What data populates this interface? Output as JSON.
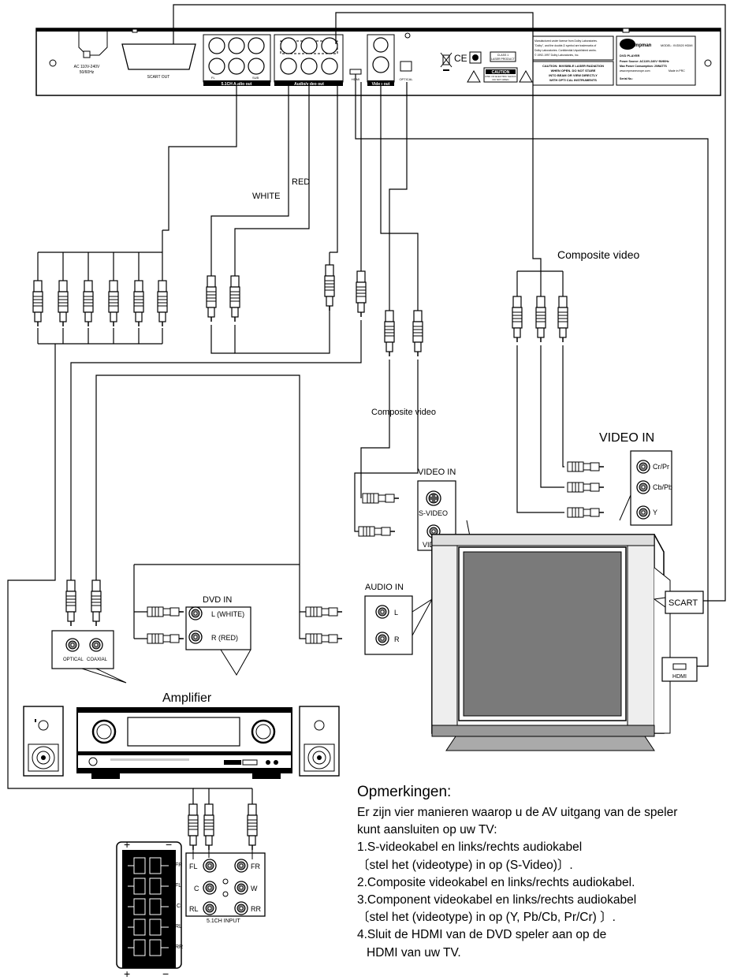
{
  "player": {
    "ac_label": "AC 110V-240V",
    "hz_label": "50/60Hz",
    "scart_out": "SCART OUT",
    "audio51_out": "5.1CH Audio out",
    "av_out": "Audio/video out",
    "video_out": "Video out",
    "hdmi": "HDMI",
    "optical": "OPTICAL",
    "ch_fl": "FL",
    "ch_fr": "FR",
    "ch_sl": "SL",
    "ch_sr": "SR",
    "ch_c": "C",
    "ch_sub": "SUB",
    "dolby_1": "Manufactured under license from Dolby Laboratories.",
    "dolby_2": "\"Dolby\", and the double-D symbol are trademarks of",
    "dolby_3": "Dolby Laboratories. Confidential Unpublished works.",
    "dolby_4": "© 1992-1997 Dolby Laboratories, Inc.",
    "laser_1": "CAUTION: INVISIBLE LASER RADIATION",
    "laser_2": "WHEN OPEN. DO NOT STARE",
    "laser_3": "INTO BEAM OR VIEW DIRECTLY",
    "laser_4": "WITH OPTI CAL INSTRUMENTS",
    "caution": "CAUTION",
    "caution_sub1": "RISK OF ELECTRIC SHOCK",
    "caution_sub2": "DO NOT OPEN",
    "class1_1": "CLASS 1",
    "class1_2": "LASER PRODUCT",
    "brand": "mpman",
    "model": "MODEL: XVD520 HDMI",
    "product": "DVD PLAYER",
    "power_source": "Power Source: AC110V-240V~50/60Hz",
    "power_consumption": "Max Power Consumption: 20WATTS",
    "website": "www.mpmaneurope.com",
    "made_in": "Made in PRC",
    "serial": "Serial No.:"
  },
  "labels": {
    "white": "WHITE",
    "red": "RED",
    "composite_video_top": "Composite video",
    "composite_video_mid": "Composite video",
    "video_in_component": "VIDEO IN",
    "cr_pr": "Cr/Pr",
    "cb_pb": "Cb/Pb",
    "y": "Y",
    "video_in_svideo": "VIDEO IN",
    "s_video": "S-VIDEO",
    "video": "VIDEO",
    "audio_in": "AUDIO IN",
    "l": "L",
    "r": "R",
    "dvd_in": "DVD IN",
    "l_white": "L (WHITE)",
    "r_red": "R (RED)",
    "optical": "OPTICAL",
    "coaxial": "COAXIAL",
    "amplifier": "Amplifier",
    "scart": "SCART",
    "hdmi": "HDMI",
    "input51": "5.1CH INPUT",
    "fr": "FR",
    "fl": "FL",
    "c": "C",
    "rl": "RL",
    "rr": "RR",
    "w": "W",
    "plus": "+",
    "minus": "−"
  },
  "notes": {
    "heading": "Opmerkingen:",
    "line1": "Er zijn vier manieren waarop u de AV uitgang van de speler",
    "line2": "kunt aansluiten op uw TV:",
    "line3": "1.S-videokabel en links/rechts audiokabel",
    "line4": "〔stel het (videotype) in op (S-Video)〕.",
    "line5": "2.Composite videokabel en links/rechts audiokabel.",
    "line6": "3.Component videokabel en links/rechts audiokabel",
    "line7": "〔stel het (videotype) in op (Y, Pb/Cb, Pr/Cr) 〕.",
    "line8": "4.Sluit de HDMI van de DVD speler aan op de",
    "line9": "HDMI van uw TV."
  }
}
